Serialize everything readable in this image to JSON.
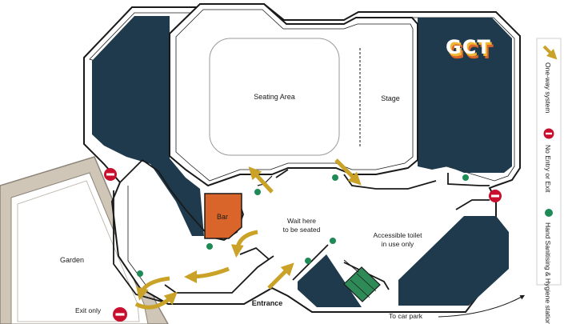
{
  "logo": {
    "text": "GCT"
  },
  "rooms": {
    "seating": "Seating Area",
    "stage": "Stage",
    "bar": "Bar",
    "garden": "Garden",
    "toilet_line1": "Accessible toilet",
    "toilet_line2": "in use only",
    "wait_line1": "Wait here",
    "wait_line2": "to be seated"
  },
  "labels": {
    "entrance": "Entrance",
    "exit_only": "Exit only",
    "car_park": "To car park"
  },
  "legend": {
    "one_way": "One-way system",
    "no_entry": "No Entry or Exit",
    "sanitising": "Hand Sanitising & Hygiene station"
  },
  "colors": {
    "dark": "#1e3a4c",
    "arrow": "#c9a227",
    "bar": "#d9652b",
    "toilet": "#2e8b57",
    "station": "#1e8a55",
    "no_entry": "#c8102e",
    "garden": "#cfc6b8"
  }
}
